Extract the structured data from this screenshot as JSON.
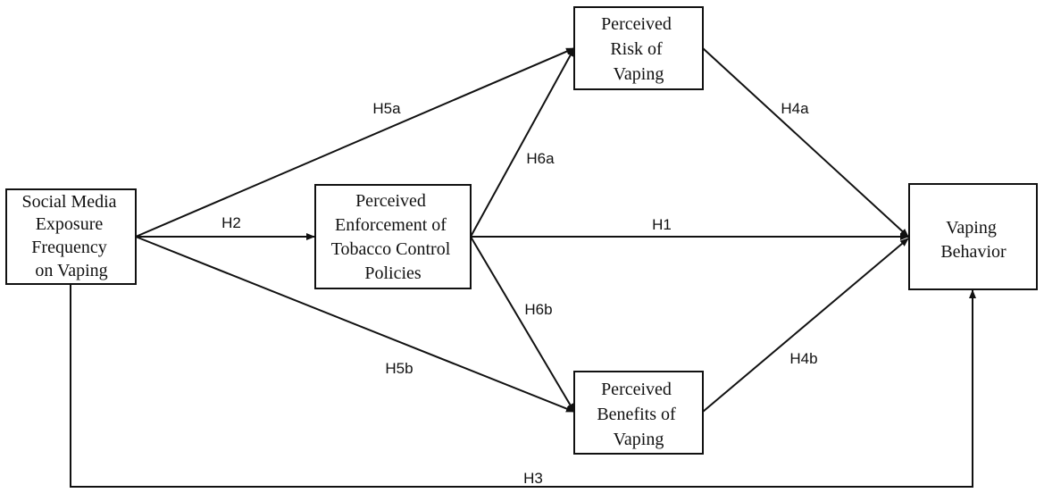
{
  "nodes": {
    "social": {
      "lines": [
        "Social Media",
        "Exposure",
        "Frequency",
        "on Vaping"
      ]
    },
    "enforcement": {
      "lines": [
        "Perceived",
        "Enforcement of",
        "Tobacco Control",
        "Policies"
      ]
    },
    "risk": {
      "lines": [
        "Perceived",
        "Risk of",
        "Vaping"
      ]
    },
    "benefits": {
      "lines": [
        "Perceived",
        "Benefits of",
        "Vaping"
      ]
    },
    "behavior": {
      "lines": [
        "Vaping",
        "Behavior"
      ]
    }
  },
  "edges": {
    "h1": "H1",
    "h2": "H2",
    "h3": "H3",
    "h4a": "H4a",
    "h4b": "H4b",
    "h5a": "H5a",
    "h5b": "H5b",
    "h6a": "H6a",
    "h6b": "H6b"
  },
  "colors": {
    "stroke": "#111111",
    "background": "#ffffff"
  }
}
